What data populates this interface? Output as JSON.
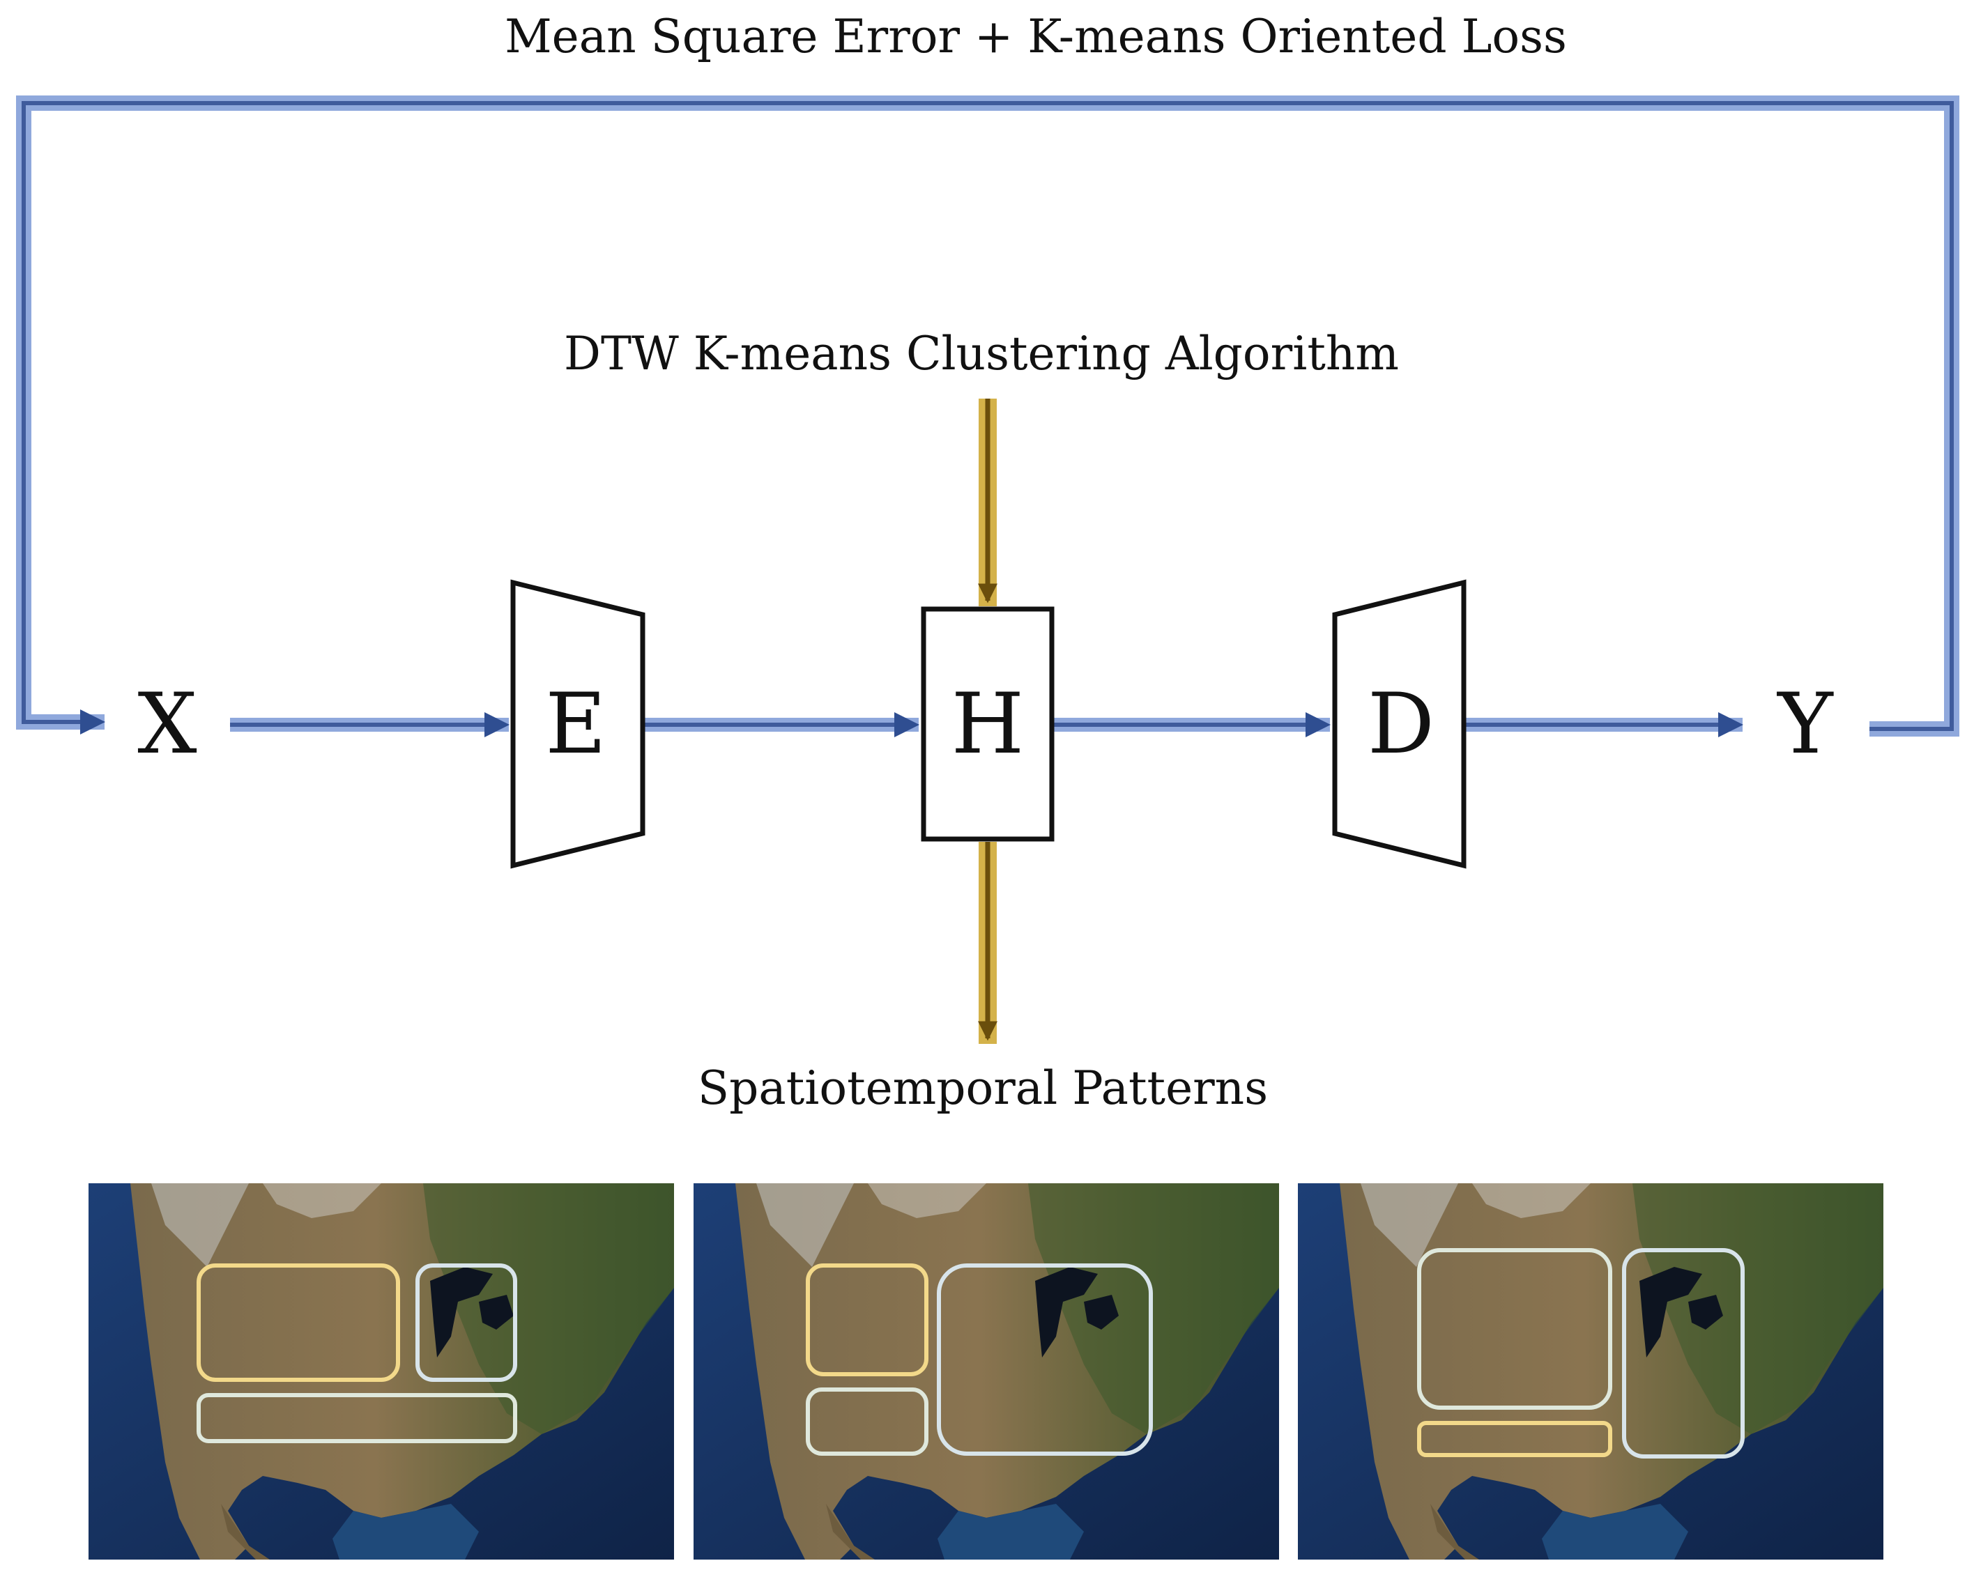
{
  "diagram": {
    "loss_label": "Mean Square Error + K-means Oriented Loss",
    "clustering_label": "DTW K-means Clustering Algorithm",
    "output_label": "Spatiotemporal Patterns",
    "nodes": {
      "input": "X",
      "encoder": "E",
      "hidden": "H",
      "decoder": "D",
      "output": "Y"
    }
  },
  "colors": {
    "main_flow": "#4a66a8",
    "main_flow_light": "#8fa8dc",
    "cluster_flow": "#7a5c12",
    "cluster_flow_light": "#d4b24a",
    "box_stroke": "#111111",
    "region_yellow": "#f3d98a",
    "region_pale": "#dfe8dc",
    "region_light_blue": "#d8e4ea"
  },
  "maps": [
    {
      "regions": [
        "yellow",
        "light-blue",
        "pale"
      ]
    },
    {
      "regions": [
        "yellow",
        "pale",
        "light-blue"
      ]
    },
    {
      "regions": [
        "pale",
        "light-blue",
        "yellow"
      ]
    }
  ]
}
